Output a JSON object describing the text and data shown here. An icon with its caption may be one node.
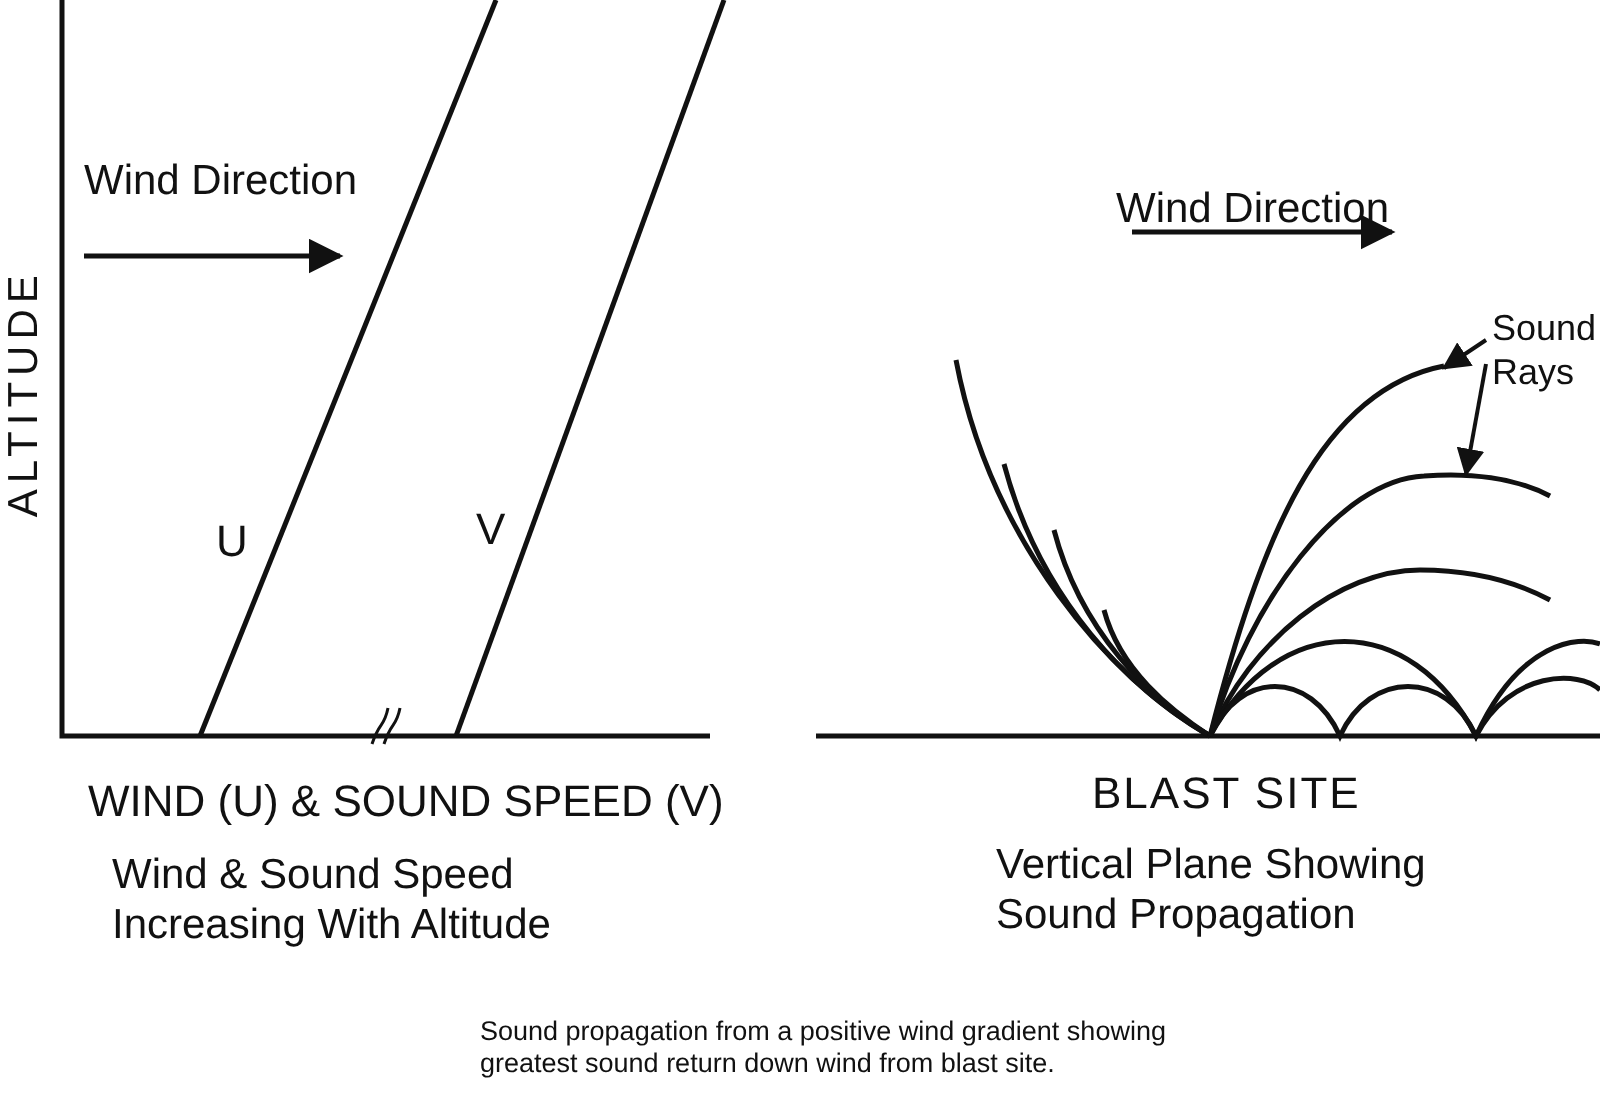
{
  "diagram": {
    "caption": "Sound propagation from a positive wind gradient showing greatest sound return down wind from blast site.",
    "nodes": [
      {
        "text": [
          "Sound Rays"
        ]
      },
      {
        "text": [],
        "shape": "curve"
      },
      {
        "text": [],
        "shape": "curve"
      }
    ],
    "edges": [
      {
        "from": 0,
        "to": 1,
        "arrow": "to"
      },
      {
        "from": 0,
        "to": 2,
        "arrow": "to"
      }
    ],
    "labels": [
      "Wind Direction",
      "ALTITUDE",
      "U",
      "V",
      "WIND (U) & SOUND SPEED (V)",
      "Wind & Sound Speed Increasing With Altitude",
      "Wind Direction",
      "BLAST SITE",
      "Vertical Plane Showing Sound Propagation"
    ]
  }
}
